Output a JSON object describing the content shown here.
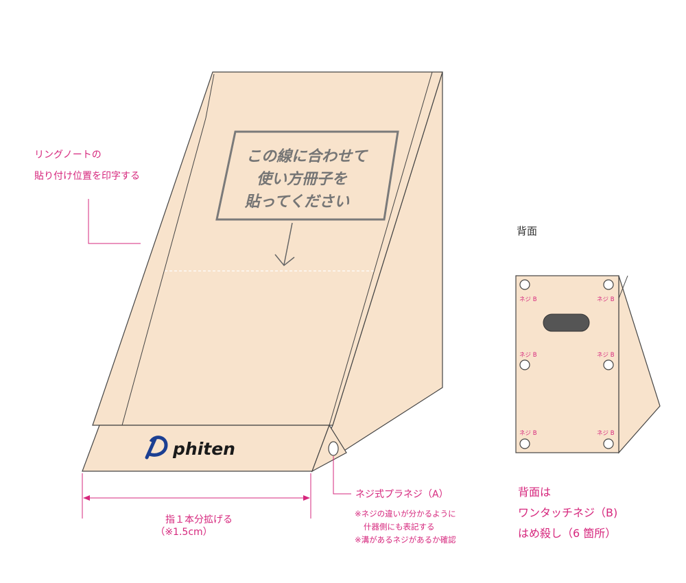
{
  "colors": {
    "panel_fill": "#f8e3cc",
    "outline": "#444444",
    "magenta": "#d6277d",
    "callout_gray": "#7a7a7a",
    "logo_blue": "#1b3f92",
    "logo_black": "#1a1a1a"
  },
  "front_view": {
    "print_note": {
      "line1": "リングノートの",
      "line2": "貼り付け位置を印字する"
    },
    "callout": {
      "line1": "この線に合わせて",
      "line2": "使い方冊子を",
      "line3": "貼ってください"
    },
    "logo_text": "phiten",
    "width_label": {
      "line1": "指１本分拡げる",
      "line2": "（※1.5cm）"
    },
    "screw_label": "ネジ式プラネジ（A）",
    "screw_notes": [
      "※ネジの違いが分かるように",
      "什器側にも表記する",
      "※溝があるネジがあるか確認"
    ]
  },
  "back_view": {
    "title": "背面",
    "screw_tag": "ネジ B",
    "screw_tags": [
      "ネジ B",
      "ネジ B",
      "ネジ B",
      "ネジ B",
      "ネジ B",
      "ネジ B"
    ],
    "note": {
      "line1": "背面は",
      "line2": "ワンタッチネジ（B)",
      "line3": "はめ殺し（6 箇所）"
    }
  },
  "icons": [
    "arrow-down-icon",
    "phiten-logo-icon",
    "screw-hole-icon",
    "handle-slot-icon"
  ]
}
